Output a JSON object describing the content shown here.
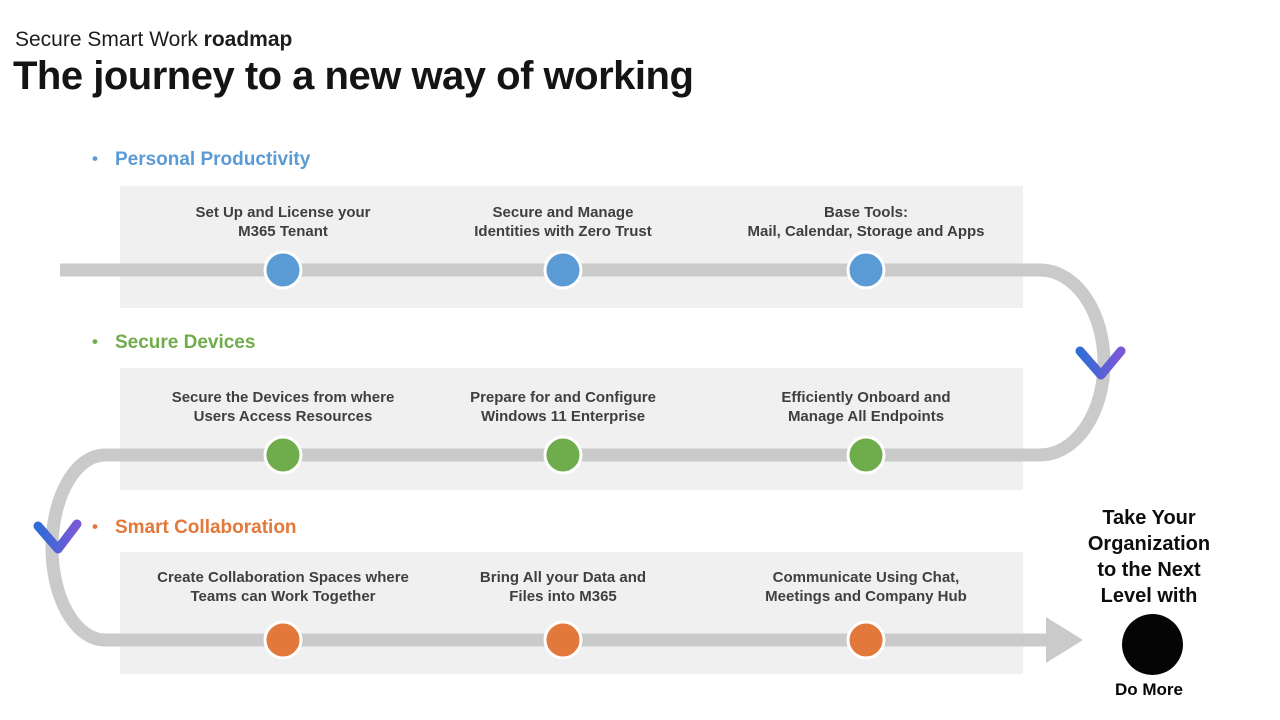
{
  "header": {
    "kicker_regular": "Secure Smart Work ",
    "kicker_bold": "roadmap",
    "title": "The journey to a new way of working"
  },
  "sections": [
    {
      "label": "Personal Productivity",
      "bullet": "•",
      "accent_color": "#5b9bd5",
      "milestones": [
        {
          "line1": "Set Up and License your",
          "line2": "M365 Tenant"
        },
        {
          "line1": "Secure and Manage",
          "line2": "Identities with Zero Trust"
        },
        {
          "line1": "Base Tools:",
          "line2": "Mail, Calendar, Storage and Apps"
        }
      ]
    },
    {
      "label": "Secure Devices",
      "bullet": "•",
      "accent_color": "#6fac4b",
      "milestones": [
        {
          "line1": "Secure the Devices from where",
          "line2": "Users Access Resources"
        },
        {
          "line1": "Prepare for and Configure",
          "line2": "Windows 11 Enterprise"
        },
        {
          "line1": "Efficiently Onboard and",
          "line2": "Manage All Endpoints"
        }
      ]
    },
    {
      "label": "Smart Collaboration",
      "bullet": "•",
      "accent_color": "#e2783a",
      "milestones": [
        {
          "line1": "Create Collaboration Spaces where",
          "line2": "Teams can Work Together"
        },
        {
          "line1": "Bring All your Data and",
          "line2": "Files into M365"
        },
        {
          "line1": "Communicate Using Chat,",
          "line2": "Meetings and Company Hub"
        }
      ]
    }
  ],
  "cta": {
    "line1": "Take Your",
    "line2": "Organization",
    "line3": "to the Next",
    "line4": "Level with",
    "logo_label": "Do More"
  },
  "colors": {
    "band_background": "#f1f0f0",
    "path_gray": "#cacaca",
    "chevron_blue": "#2f6cd6",
    "chevron_purple": "#7a58d6",
    "logo_black": "#050505",
    "milestone_text": "#3f3f3f"
  }
}
